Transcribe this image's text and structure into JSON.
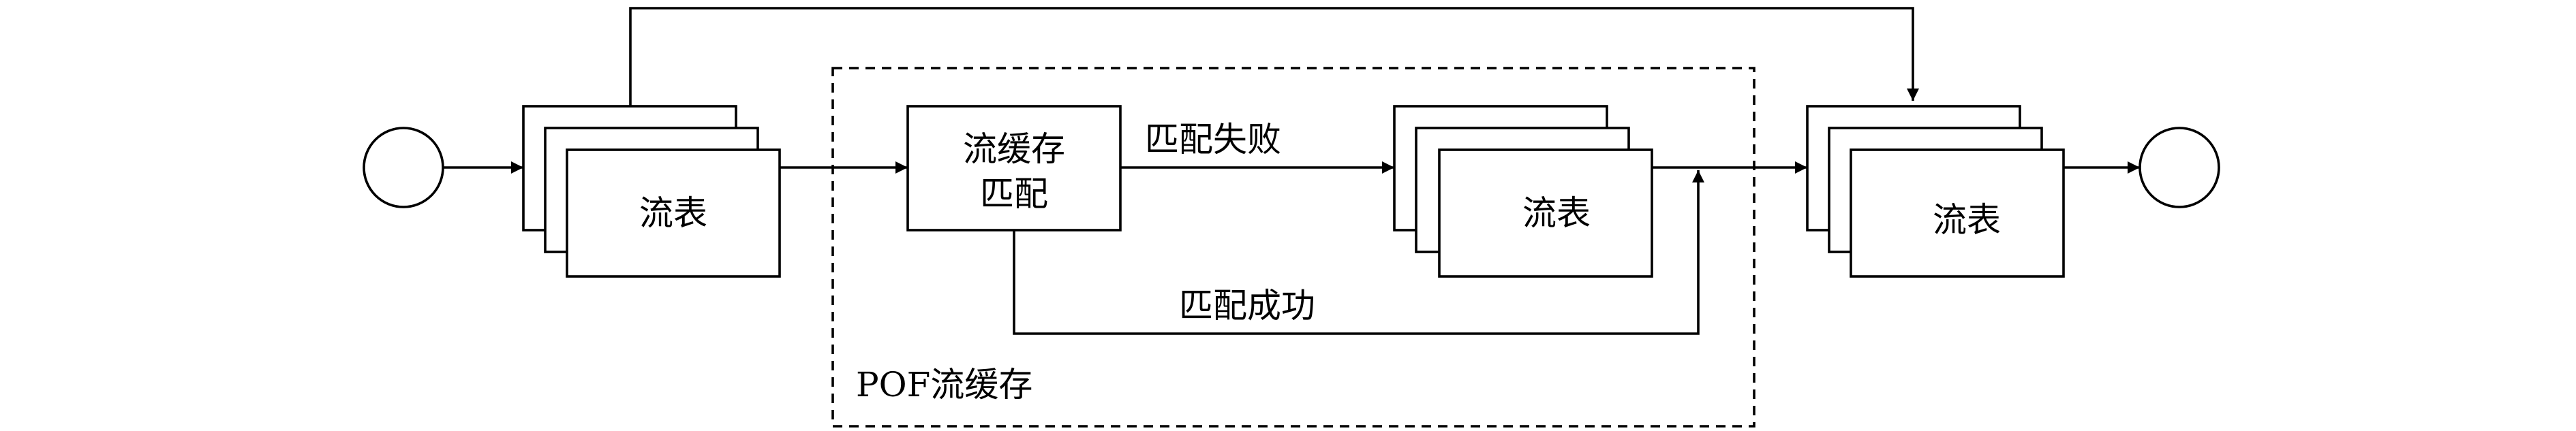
{
  "diagram": {
    "left_table_label": "流表",
    "mid_table_label": "流表",
    "right_table_label": "流表",
    "cache_match_line1": "流缓存",
    "cache_match_line2": "匹配",
    "match_fail_label": "匹配失败",
    "match_success_label": "匹配成功",
    "pof_cache_label": "POF流缓存"
  },
  "colors": {
    "stroke": "#000000",
    "background": "#ffffff"
  }
}
